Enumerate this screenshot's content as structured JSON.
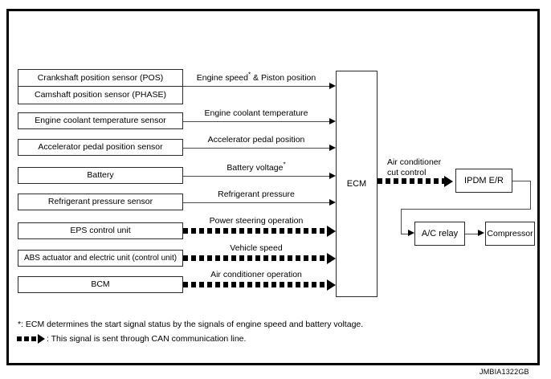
{
  "figure": {
    "id": "JMBIA1322GB"
  },
  "inputs": [
    {
      "label": "Crankshaft position sensor (POS)"
    },
    {
      "label": "Camshaft position sensor (PHASE)"
    },
    {
      "label": "Engine coolant temperature sensor"
    },
    {
      "label": "Accelerator pedal position sensor"
    },
    {
      "label": "Battery"
    },
    {
      "label": "Refrigerant pressure sensor"
    },
    {
      "label": "EPS control unit"
    },
    {
      "label": "ABS actuator and electric unit (control unit)"
    },
    {
      "label": "BCM"
    }
  ],
  "signals": [
    {
      "label": "Engine speed",
      "note": "*",
      "label_tail": " & Piston position",
      "type": "normal"
    },
    {
      "label": "Engine coolant temperature",
      "note": "",
      "label_tail": "",
      "type": "normal"
    },
    {
      "label": "Accelerator pedal position",
      "note": "",
      "label_tail": "",
      "type": "normal"
    },
    {
      "label": "Battery voltage",
      "note": "*",
      "label_tail": "",
      "type": "normal"
    },
    {
      "label": "Refrigerant pressure",
      "note": "",
      "label_tail": "",
      "type": "normal"
    },
    {
      "label": "Power steering operation",
      "note": "",
      "label_tail": "",
      "type": "can"
    },
    {
      "label": "Vehicle speed",
      "note": "",
      "label_tail": "",
      "type": "can"
    },
    {
      "label": "Air conditioner operation",
      "note": "",
      "label_tail": "",
      "type": "can"
    }
  ],
  "ecm": {
    "label": "ECM"
  },
  "output": {
    "signal_line1": "Air conditioner",
    "signal_line2": "cut control",
    "ipdm": "IPDM E/R",
    "relay": "A/C relay",
    "compressor": "Compressor"
  },
  "footnotes": {
    "asterisk": "*: ECM determines the start signal status by the signals of engine speed and battery voltage.",
    "can": ": This signal is sent through CAN communication line."
  }
}
